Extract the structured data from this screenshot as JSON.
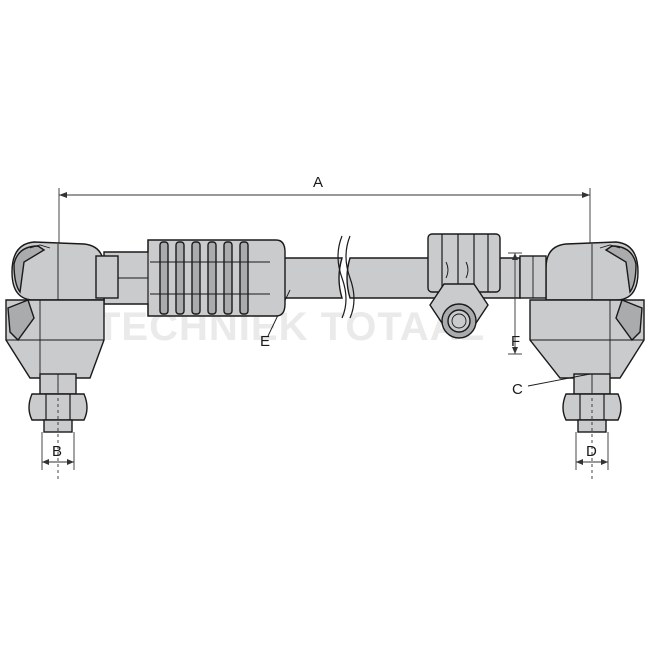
{
  "labels": {
    "a": "A",
    "b": "B",
    "c": "C",
    "d": "D",
    "e": "E",
    "f": "F"
  },
  "watermark": "TECHNIEK TOTAAL",
  "colors": {
    "part_fill": "#c9cbcc",
    "outline": "#1a1a1a",
    "background": "#ffffff"
  }
}
